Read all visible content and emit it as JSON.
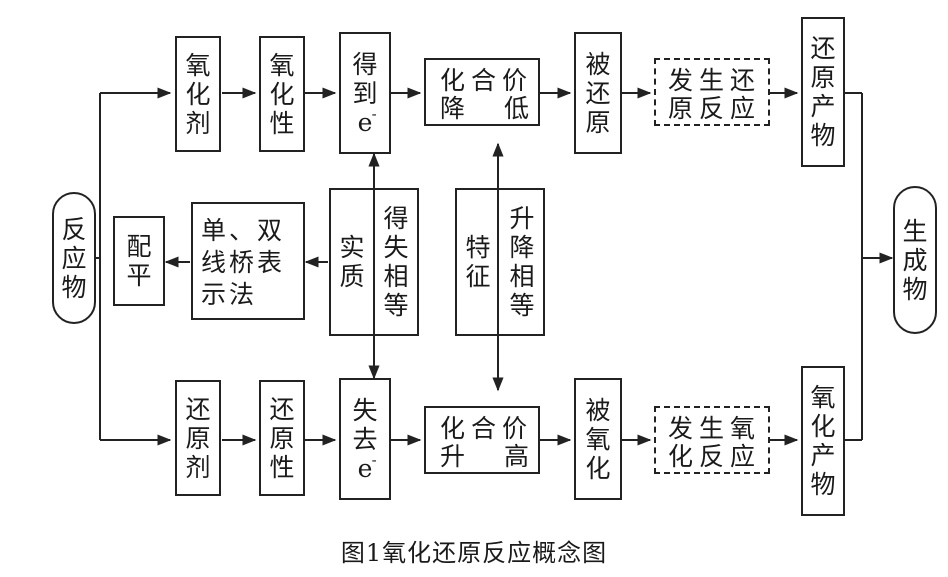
{
  "caption": "图1氧化还原反应概念图",
  "start": "反应物",
  "end": "生成物",
  "top": {
    "n1": "氧化剂",
    "n2": "氧化性",
    "n3a": "得到",
    "n3b": "e",
    "n3sup": "-",
    "n4a": "化合价",
    "n4b": "降",
    "n4c": "低",
    "n5": "被还原",
    "n6a": "发生还",
    "n6b": "原反应",
    "n7": "还原产物"
  },
  "bottom": {
    "n1": "还原剂",
    "n2": "还原性",
    "n3a": "失去",
    "n3b": "e",
    "n3sup": "-",
    "n4a": "化合价",
    "n4b": "升",
    "n4c": "高",
    "n5": "被氧化",
    "n6a": "发生氧",
    "n6b": "化反应",
    "n7": "氧化产物"
  },
  "middle": {
    "balance": "配平",
    "method_a": "单、双",
    "method_b": "线桥表",
    "method_c": "示法",
    "essence_label": "实质",
    "essence_value": "得失相等",
    "feature_label": "特征",
    "feature_value": "升降相等"
  }
}
